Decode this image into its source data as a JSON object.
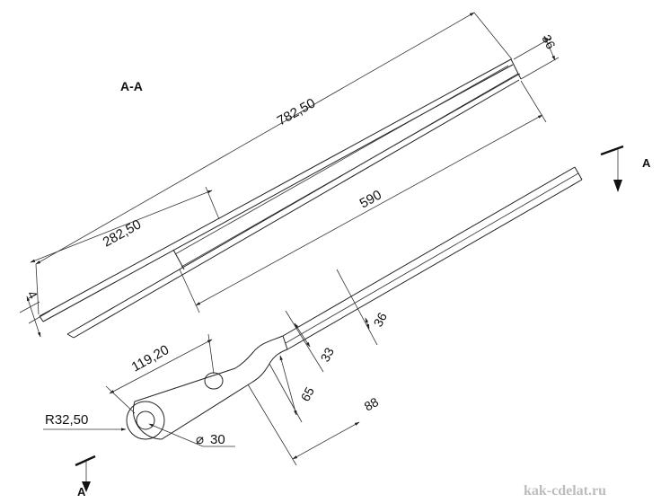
{
  "section_title": "A-A",
  "dimensions": {
    "total_length": "782,50",
    "tube_width": "36",
    "short_length": "282,50",
    "wall": "4",
    "straight_length": "590",
    "width_36": "36",
    "width_33": "33",
    "length_88": "88",
    "width_65": "65",
    "hole_spacing": "119,20",
    "end_radius": "R32,50",
    "hole_diameter": "30",
    "diameter_symbol": "⌀"
  },
  "section_marks": {
    "top_label": "A",
    "bottom_label": "A"
  },
  "watermark": "kak-cdelat.ru"
}
